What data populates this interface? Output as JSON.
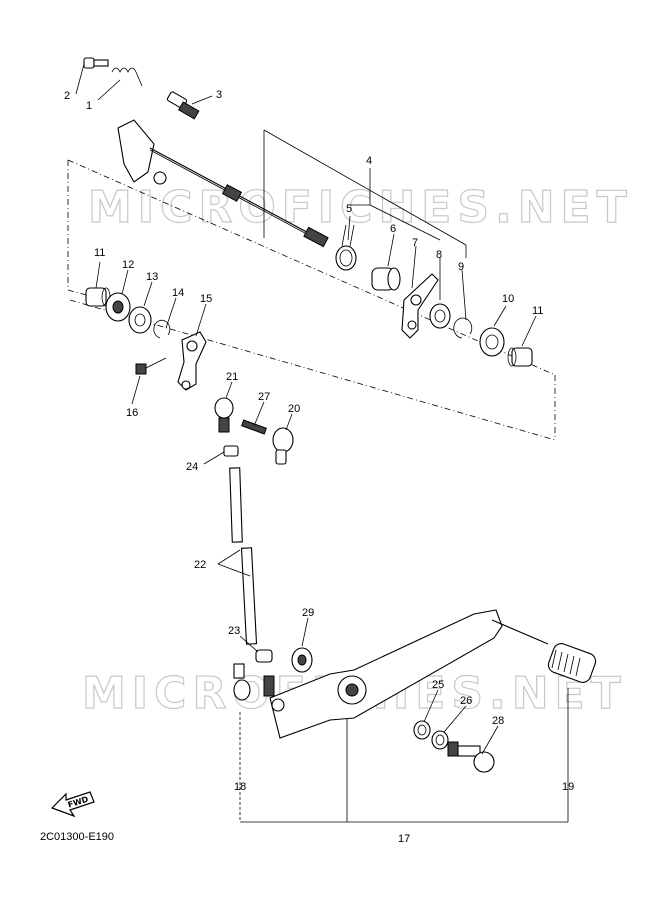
{
  "diagram": {
    "watermark": "MICROFICHES.NET",
    "figure_code": "2C01300-E190",
    "fwd_label": "FWD",
    "callouts": [
      {
        "id": "c1",
        "text": "1"
      },
      {
        "id": "c2",
        "text": "2"
      },
      {
        "id": "c3",
        "text": "3"
      },
      {
        "id": "c4",
        "text": "4"
      },
      {
        "id": "c5",
        "text": "5"
      },
      {
        "id": "c6",
        "text": "6"
      },
      {
        "id": "c7",
        "text": "7"
      },
      {
        "id": "c8",
        "text": "8"
      },
      {
        "id": "c9",
        "text": "9"
      },
      {
        "id": "c10",
        "text": "10"
      },
      {
        "id": "c11a",
        "text": "11"
      },
      {
        "id": "c11b",
        "text": "11"
      },
      {
        "id": "c12",
        "text": "12"
      },
      {
        "id": "c13",
        "text": "13"
      },
      {
        "id": "c14",
        "text": "14"
      },
      {
        "id": "c15",
        "text": "15"
      },
      {
        "id": "c16",
        "text": "16"
      },
      {
        "id": "c17",
        "text": "17"
      },
      {
        "id": "c18",
        "text": "18"
      },
      {
        "id": "c19",
        "text": "19"
      },
      {
        "id": "c20",
        "text": "20"
      },
      {
        "id": "c21",
        "text": "21"
      },
      {
        "id": "c22",
        "text": "22"
      },
      {
        "id": "c23",
        "text": "23"
      },
      {
        "id": "c24",
        "text": "24"
      },
      {
        "id": "c25",
        "text": "25"
      },
      {
        "id": "c26",
        "text": "26"
      },
      {
        "id": "c27",
        "text": "27"
      },
      {
        "id": "c28",
        "text": "28"
      },
      {
        "id": "c29",
        "text": "29"
      }
    ]
  }
}
